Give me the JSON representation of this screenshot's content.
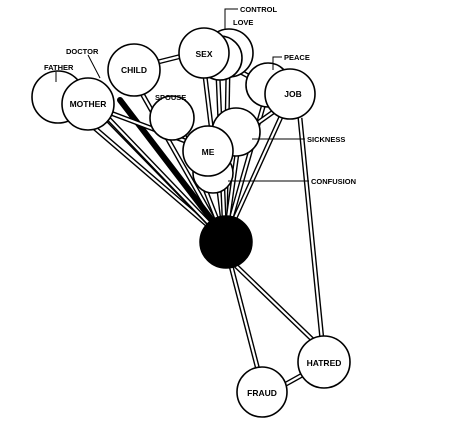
{
  "nodes": {
    "father": "FATHER",
    "doctor": "DOCTOR",
    "mother": "MOTHER",
    "child": "CHILD",
    "spouse": "SPOUSE",
    "sex": "SEX",
    "control": "CONTROL",
    "love": "LOVE",
    "peace": "PEACE",
    "job": "JOB",
    "me": "ME",
    "sickness": "SICKNESS",
    "confusion": "CONFUSION",
    "hatred": "HATRED",
    "fraud": "FRAUD"
  },
  "colors": {
    "ink": "#000000",
    "paper": "#ffffff"
  }
}
